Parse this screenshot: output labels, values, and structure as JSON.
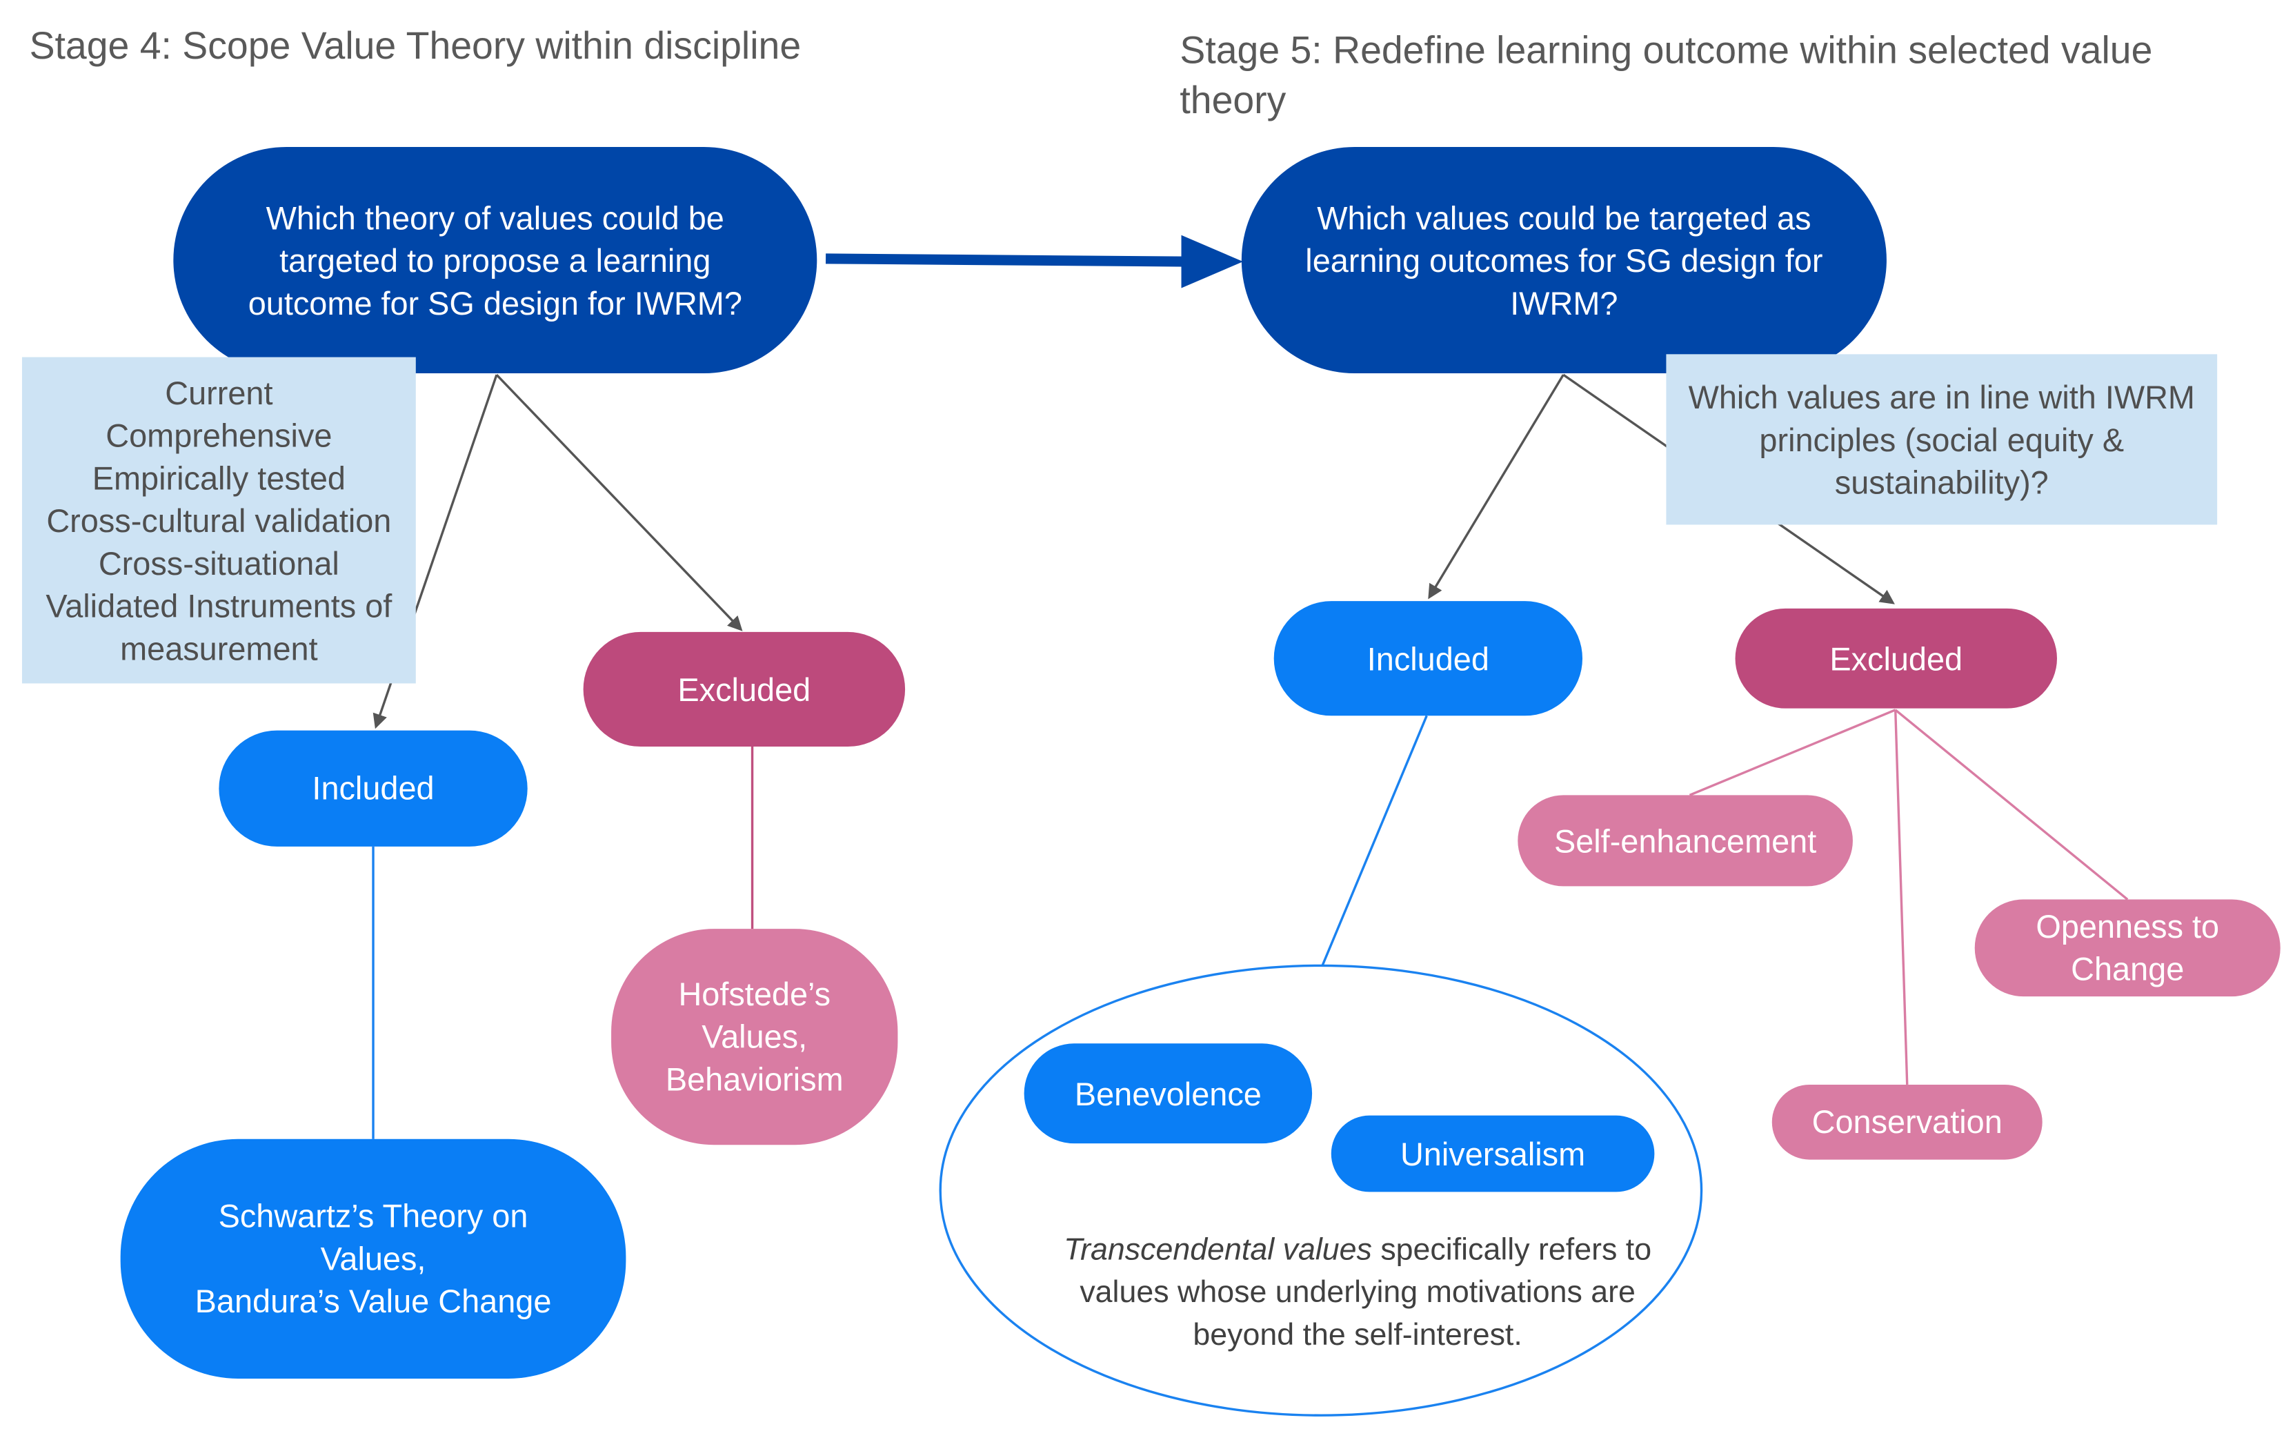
{
  "stage4": {
    "title": "Stage 4: Scope Value Theory within discipline",
    "question": "Which theory of values could be\ntargeted to propose a learning\noutcome for SG design for IWRM?",
    "criteria": "Current\nComprehensive\nEmpirically tested\nCross-cultural validation\nCross-situational\nValidated Instruments of\nmeasurement",
    "included_label": "Included",
    "excluded_label": "Excluded",
    "included_theory": "Schwartz’s Theory on\nValues,\nBandura’s Value Change",
    "excluded_theory": "Hofstede’s\nValues,\nBehaviorism"
  },
  "stage5": {
    "title": "Stage 5: Redefine learning outcome within selected value\ntheory",
    "question": "Which values could be targeted as\nlearning outcomes for SG design for\nIWRM?",
    "criteria": "Which values are in line with IWRM\nprinciples (social equity &\nsustainability)?",
    "included_label": "Included",
    "excluded_label": "Excluded",
    "included_values": [
      "Benevolence",
      "Universalism"
    ],
    "transcendental_italic": "Transcendental values",
    "transcendental_text_1": " specifically refers to",
    "transcendental_text_2": "values whose underlying motivations are",
    "transcendental_text_3": "beyond the self-interest.",
    "excluded_values": [
      "Self-enhancement",
      "Openness to\nChange",
      "Conservation"
    ]
  },
  "colors": {
    "question_fill": "#0046a8",
    "included_fill": "#0a7ef5",
    "excluded_fill": "#bd4a7c",
    "excluded_item_fill": "#d97ca3",
    "criteria_fill": "#cde3f4",
    "arrow": "#0046a8"
  }
}
